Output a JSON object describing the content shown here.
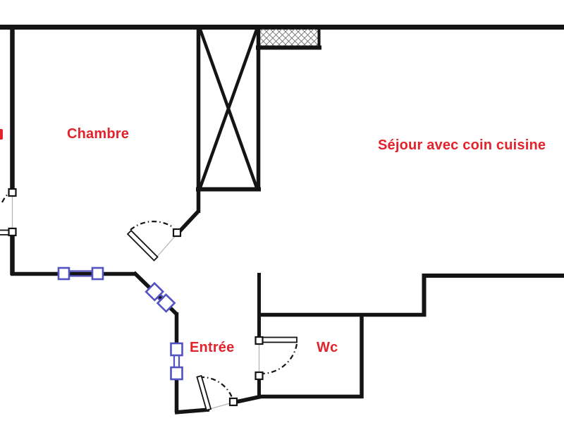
{
  "plan": {
    "type": "apartment-floor-plan",
    "background_color": "#ffffff",
    "wall_color": "#141414",
    "room_label_color": "#e2232b",
    "window_symbol_color": "#5352c2",
    "rooms": [
      {
        "name": "chambre",
        "label": "Chambre"
      },
      {
        "name": "sejour",
        "label": "Séjour avec coin cuisine"
      },
      {
        "name": "entree",
        "label": "Entrée"
      },
      {
        "name": "wc",
        "label": "Wc"
      }
    ],
    "features": {
      "doors": [
        "left-room-door",
        "chambre-door",
        "wc-door",
        "entree-exterior-door"
      ],
      "windows": [
        "chambre-wall-window",
        "entree-diagonal-window",
        "entree-side-window"
      ],
      "shaft": "crossed-box-shaft",
      "hatched_section": "cross-hatched-wall-block"
    }
  }
}
